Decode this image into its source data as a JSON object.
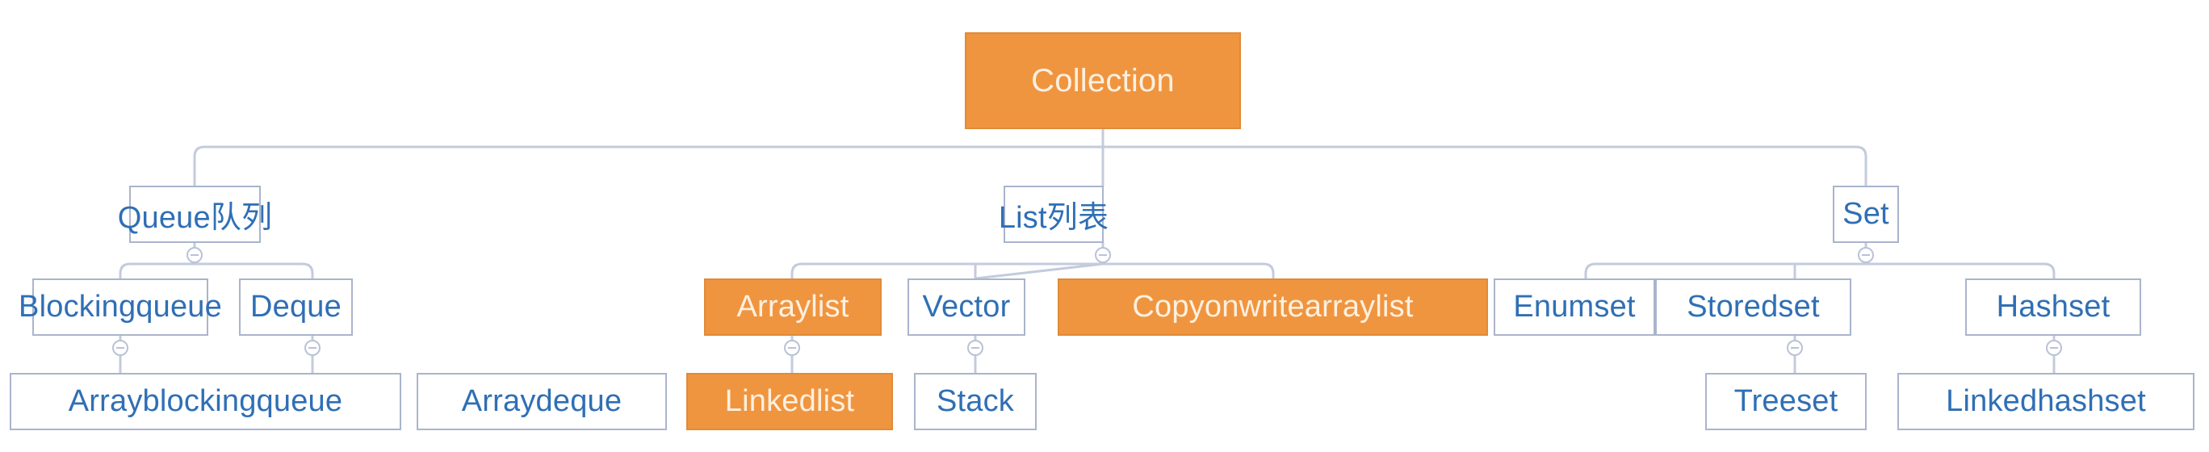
{
  "diagram": {
    "title": "Collection",
    "theme": {
      "accent_fill": "#f0953f",
      "accent_text": "#fdf0e0",
      "node_border": "#aab4cc",
      "node_text": "#2f6fb5",
      "connector": "#c3cbdd",
      "background": "#ffffff"
    },
    "root": {
      "label": "Collection",
      "highlighted": true
    },
    "branches": [
      {
        "label": "Queue队列",
        "highlighted": false,
        "children": [
          {
            "label": "Blockingqueue",
            "highlighted": false,
            "children": [
              {
                "label": "Arrayblockingqueue",
                "highlighted": false
              }
            ]
          },
          {
            "label": "Deque",
            "highlighted": false,
            "children": [
              {
                "label": "Arraydeque",
                "highlighted": false
              }
            ]
          }
        ]
      },
      {
        "label": "List列表",
        "highlighted": false,
        "children": [
          {
            "label": "Arraylist",
            "highlighted": true,
            "children": [
              {
                "label": "Linkedlist",
                "highlighted": true
              }
            ]
          },
          {
            "label": "Vector",
            "highlighted": false,
            "children": [
              {
                "label": "Stack",
                "highlighted": false
              }
            ]
          },
          {
            "label": "Copyonwritearraylist",
            "highlighted": true,
            "children": []
          }
        ]
      },
      {
        "label": "Set",
        "highlighted": false,
        "children": [
          {
            "label": "Enumset",
            "highlighted": false,
            "children": []
          },
          {
            "label": "Storedset",
            "highlighted": false,
            "children": [
              {
                "label": "Treeset",
                "highlighted": false
              }
            ]
          },
          {
            "label": "Hashset",
            "highlighted": false,
            "children": [
              {
                "label": "Linkedhashset",
                "highlighted": false
              }
            ]
          }
        ]
      }
    ],
    "collapse_handles": [
      {
        "for": "Queue队列"
      },
      {
        "for": "List列表"
      },
      {
        "for": "Set"
      },
      {
        "for": "Blockingqueue"
      },
      {
        "for": "Deque"
      },
      {
        "for": "Arraylist"
      },
      {
        "for": "Vector"
      },
      {
        "for": "Storedset"
      },
      {
        "for": "Hashset"
      }
    ]
  }
}
